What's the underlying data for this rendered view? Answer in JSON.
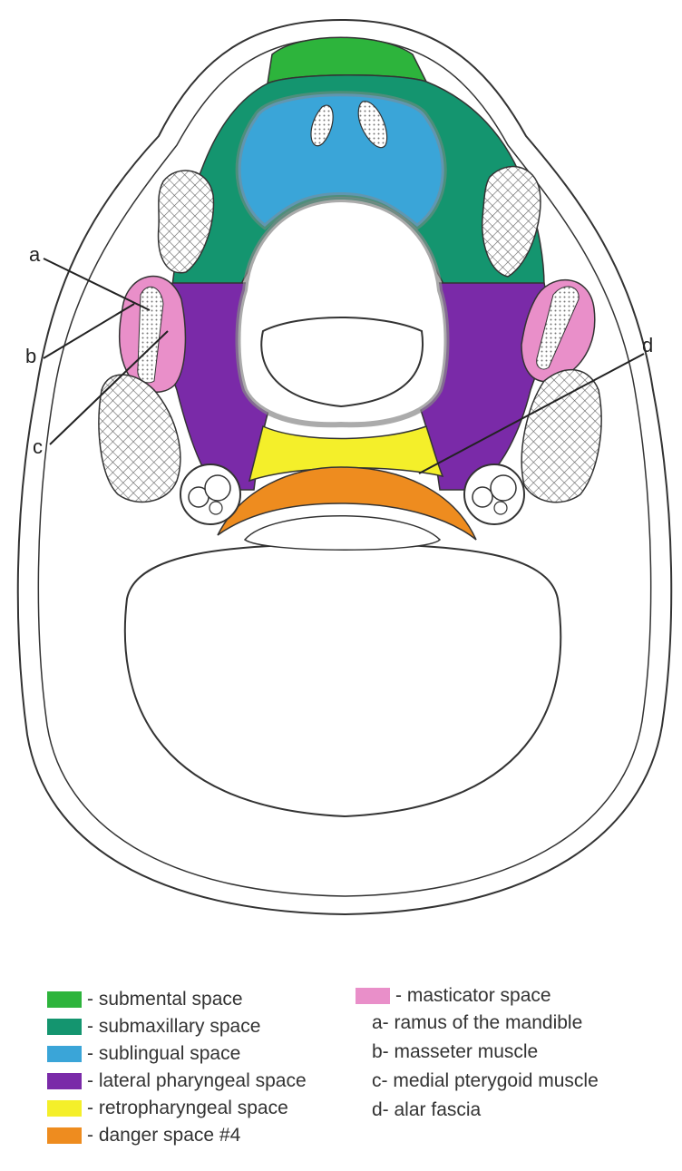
{
  "diagram": {
    "callouts": {
      "a": "a",
      "b": "b",
      "c": "c",
      "d": "d"
    },
    "colors": {
      "submental": "#2db43c",
      "submaxillary": "#14956f",
      "sublingual": "#3aa5d8",
      "lateral_pharyngeal": "#7a2aa8",
      "retropharyngeal": "#f4ef2a",
      "danger": "#ee8c1f",
      "masticator": "#e98fc9",
      "outline": "#333333"
    }
  },
  "legend": {
    "colored": [
      {
        "color": "#2db43c",
        "label": "- submental space"
      },
      {
        "color": "#14956f",
        "label": "- submaxillary space"
      },
      {
        "color": "#3aa5d8",
        "label": "- sublingual space"
      },
      {
        "color": "#7a2aa8",
        "label": "- lateral pharyngeal space"
      },
      {
        "color": "#f4ef2a",
        "label": "- retropharyngeal space"
      },
      {
        "color": "#ee8c1f",
        "label": "- danger space #4"
      }
    ],
    "masticator": {
      "color": "#e98fc9",
      "label": "- masticator space"
    },
    "notes": [
      "a- ramus of the mandible",
      "b- masseter muscle",
      "c- medial pterygoid muscle",
      "d- alar fascia"
    ]
  }
}
